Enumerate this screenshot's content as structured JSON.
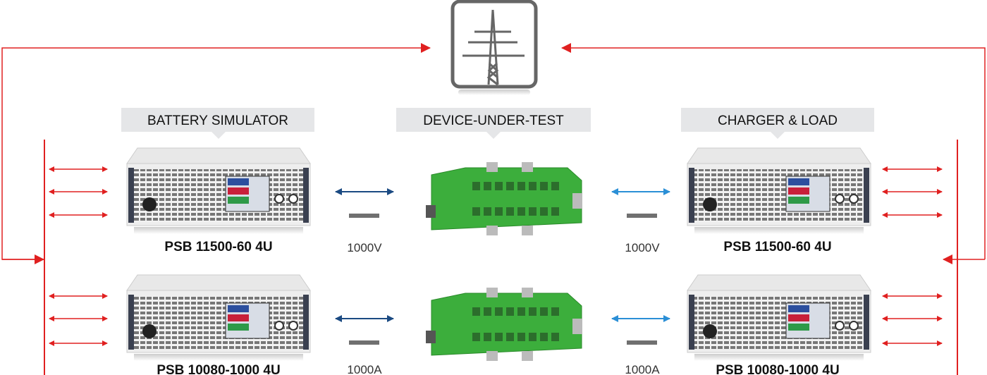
{
  "grid_icon": "power-pylon-icon",
  "labels": {
    "left": "BATTERY SIMULATOR",
    "center": "DEVICE-UNDER-TEST",
    "right": "CHARGER & LOAD"
  },
  "models": {
    "left_top": "PSB 11500-60 4U",
    "left_bottom": "PSB 10080-1000 4U",
    "right_top": "PSB 11500-60 4U",
    "right_bottom": "PSB 10080-1000 4U"
  },
  "specs": {
    "left_top": "1000V",
    "right_top": "1000V",
    "left_bottom": "1000A",
    "right_bottom": "1000A"
  },
  "colors": {
    "grid_line": "#e02020",
    "left_link": "#1b4a82",
    "right_link": "#2b8fd6",
    "label_bg": "#e5e6e8",
    "pcb": "#3cae3c",
    "dash": "#707070"
  }
}
